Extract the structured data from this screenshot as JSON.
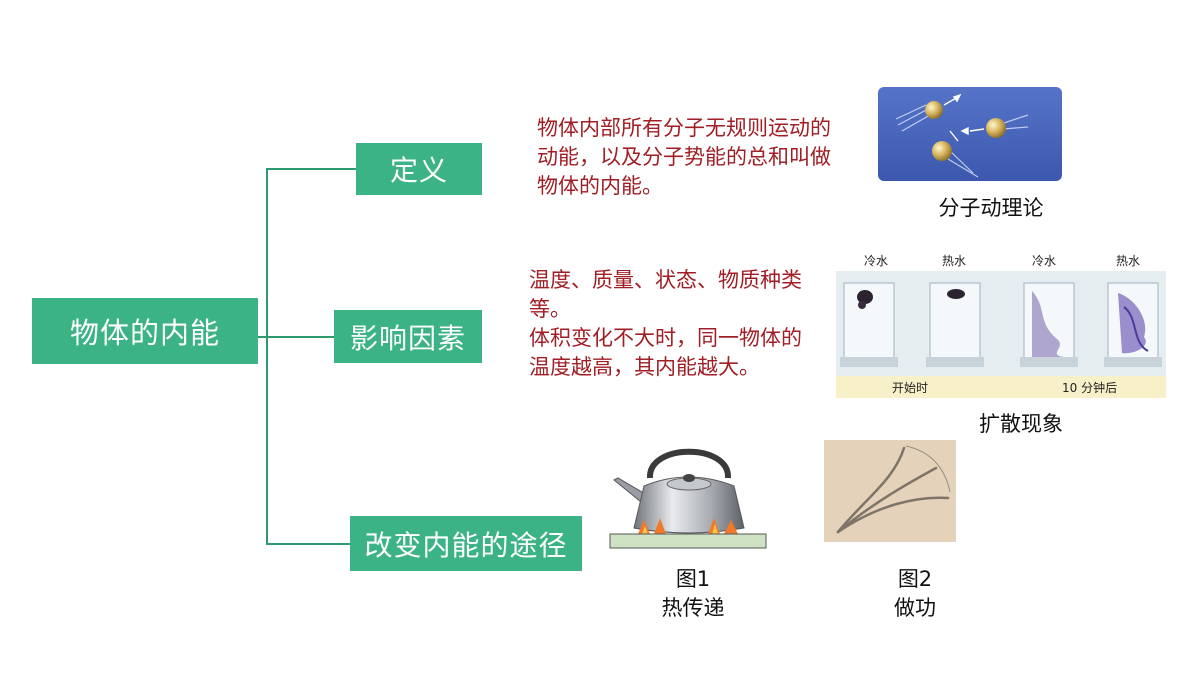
{
  "root": {
    "label": "物体的内能"
  },
  "branches": [
    {
      "label": "定义"
    },
    {
      "label": "影响因素"
    },
    {
      "label": "改变内能的途径"
    }
  ],
  "definition_text": "物体内部所有分子无规则运动的动能，以及分子势能的总和叫做物体的内能。",
  "factors_text_1": "温度、质量、状态、物质种类等。",
  "factors_text_2": "体积变化不大时，同一物体的温度越高，其内能越大。",
  "molecule_caption": "分子动理论",
  "diffusion_caption": "扩散现象",
  "diffusion_image_labels": {
    "cold_water": "冷水",
    "hot_water": "热水",
    "start": "开始时",
    "after": "10 分钟后"
  },
  "figure1": {
    "number": "图1",
    "caption": "热传递"
  },
  "figure2": {
    "number": "图2",
    "caption": "做功"
  },
  "colors": {
    "box": "#3bb385",
    "line": "#2f9a6f",
    "text_red": "#a01e24"
  }
}
